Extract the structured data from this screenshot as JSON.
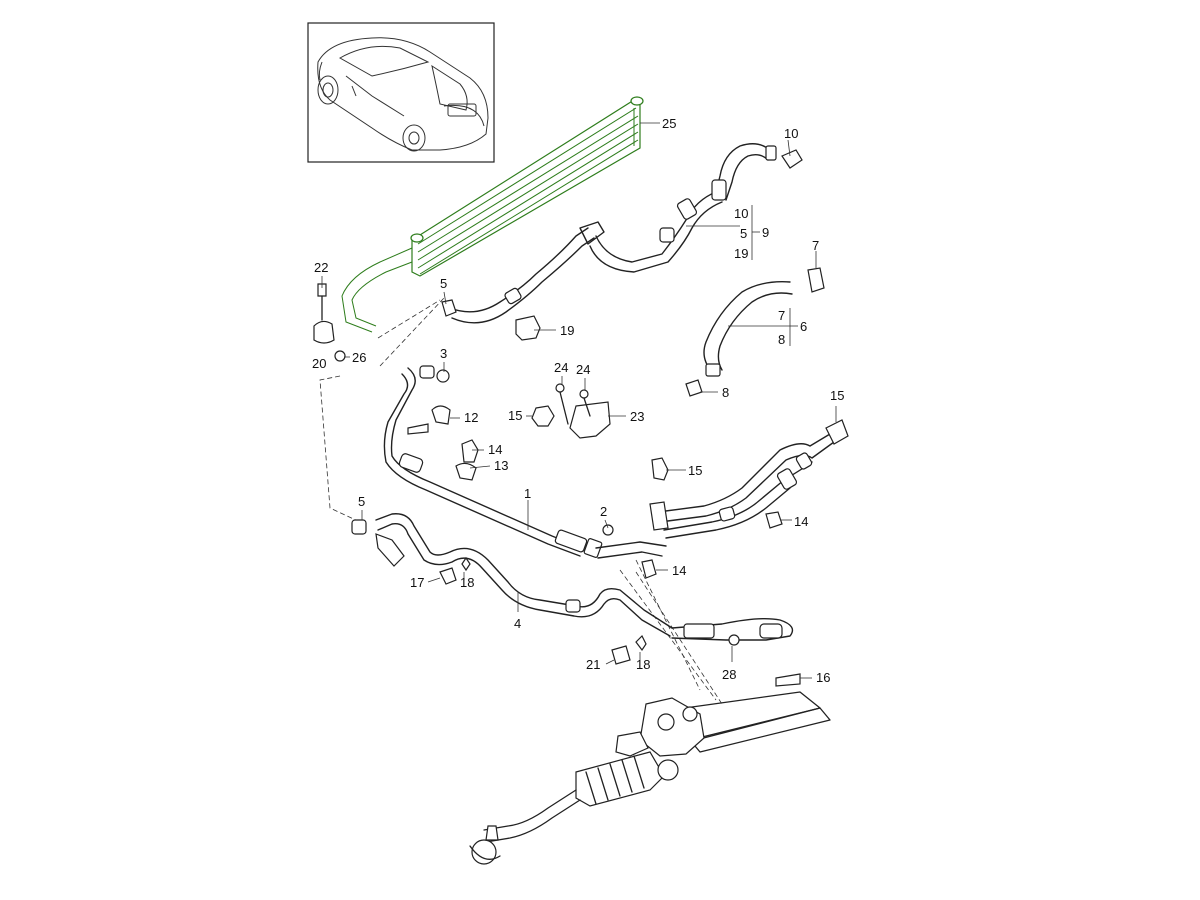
{
  "diagram": {
    "highlight_color": "#2e7d1c",
    "line_color": "#222222",
    "labels": {
      "p1": "1",
      "p2": "2",
      "p3": "3",
      "p4": "4",
      "p5a": "5",
      "p5b": "5",
      "p5c": "5",
      "p6": "6",
      "p7a": "7",
      "p7b": "7",
      "p8a": "8",
      "p8b": "8",
      "p9": "9",
      "p10a": "10",
      "p10b": "10",
      "p12": "12",
      "p13": "13",
      "p14a": "14",
      "p14b": "14",
      "p14c": "14",
      "p15a": "15",
      "p15b": "15",
      "p15c": "15",
      "p16": "16",
      "p17": "17",
      "p18a": "18",
      "p18b": "18",
      "p19a": "19",
      "p19b": "19",
      "p20": "20",
      "p21": "21",
      "p22": "22",
      "p23": "23",
      "p24a": "24",
      "p24b": "24",
      "p25": "25",
      "p26": "26",
      "p28": "28"
    }
  }
}
